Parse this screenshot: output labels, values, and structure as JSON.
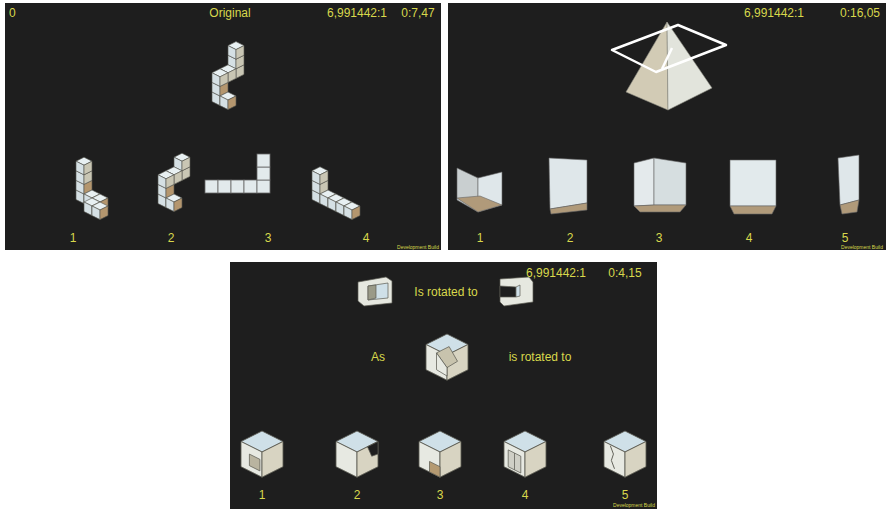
{
  "diagram": {
    "labels": [
      "0",
      "Original",
      "6,991442:1",
      "0:7,47",
      "1",
      "2",
      "3",
      "4",
      "Development Build",
      "6,991442:1",
      "0:16,05",
      "1",
      "2",
      "3",
      "4",
      "5",
      "Development Build",
      "6,991442:1",
      "0:4,15",
      "Is rotated to",
      "As",
      "is rotated to",
      "1",
      "2",
      "3",
      "4",
      "5",
      "Development Build"
    ]
  }
}
